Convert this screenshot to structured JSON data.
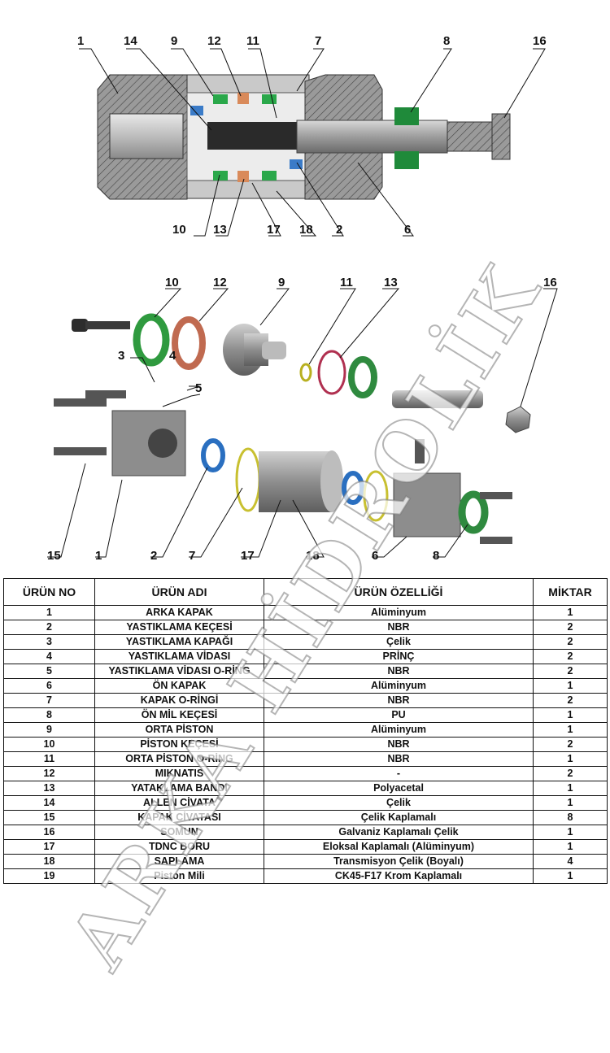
{
  "cross_section": {
    "callouts": [
      "1",
      "14",
      "9",
      "12",
      "11",
      "7",
      "8",
      "16",
      "10",
      "13",
      "17",
      "18",
      "2",
      "6"
    ]
  },
  "exploded_view": {
    "callouts": [
      "10",
      "12",
      "9",
      "11",
      "13",
      "16",
      "3",
      "4",
      "5",
      "15",
      "1",
      "2",
      "7",
      "17",
      "18",
      "6",
      "8"
    ]
  },
  "table": {
    "headers": [
      "ÜRÜN NO",
      "ÜRÜN ADI",
      "ÜRÜN ÖZELLİĞİ",
      "MİKTAR"
    ],
    "rows": [
      [
        "1",
        "ARKA KAPAK",
        "Alüminyum",
        "1"
      ],
      [
        "2",
        "YASTIKLAMA KEÇESİ",
        "NBR",
        "2"
      ],
      [
        "3",
        "YASTIKLAMA KAPAĞI",
        "Çelik",
        "2"
      ],
      [
        "4",
        "YASTIKLAMA VİDASI",
        "PRİNÇ",
        "2"
      ],
      [
        "5",
        "YASTIKLAMA VİDASI O-RİNG",
        "NBR",
        "2"
      ],
      [
        "6",
        "ÖN KAPAK",
        "Alüminyum",
        "1"
      ],
      [
        "7",
        "KAPAK O-RİNGİ",
        "NBR",
        "2"
      ],
      [
        "8",
        "ÖN MİL KEÇESİ",
        "PU",
        "1"
      ],
      [
        "9",
        "ORTA PİSTON",
        "Alüminyum",
        "1"
      ],
      [
        "10",
        "PİSTON KEÇESİ",
        "NBR",
        "2"
      ],
      [
        "11",
        "ORTA PİSTON O-RİNG",
        "NBR",
        "1"
      ],
      [
        "12",
        "MIKNATIS",
        "-",
        "2"
      ],
      [
        "13",
        "YATAKLAMA BANDI",
        "Polyacetal",
        "1"
      ],
      [
        "14",
        "ALLEN CİVATA",
        "Çelik",
        "1"
      ],
      [
        "15",
        "KAPAK CİVATASI",
        "Çelik Kaplamalı",
        "8"
      ],
      [
        "16",
        "SOMUN",
        "Galvaniz Kaplamalı Çelik",
        "1"
      ],
      [
        "17",
        "TDNC   BORU",
        "Eloksal Kaplamalı (Alüminyum)",
        "1"
      ],
      [
        "18",
        "SAPLAMA",
        "Transmisyon Çelik (Boyalı)",
        "4"
      ],
      [
        "19",
        "Piston Mili",
        "CK45-F17 Krom Kaplamalı",
        "1"
      ]
    ]
  },
  "watermark": "ARKA HİDROLİK"
}
